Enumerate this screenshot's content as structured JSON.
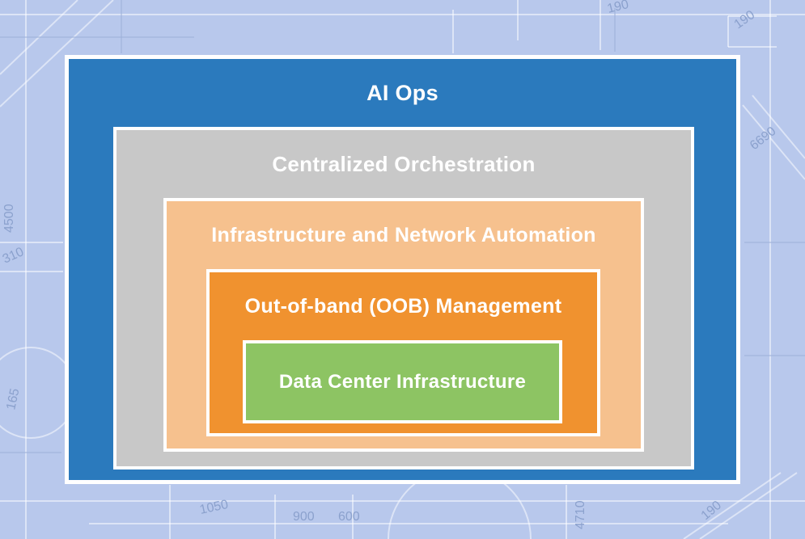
{
  "diagram": {
    "layers": [
      {
        "label": "AI Ops",
        "color": "#2b7abd"
      },
      {
        "label": "Centralized Orchestration",
        "color": "#c8c8c8"
      },
      {
        "label": "Infrastructure and Network Automation",
        "color": "#f6c18e"
      },
      {
        "label": "Out-of-band (OOB) Management",
        "color": "#f0922f"
      },
      {
        "label": "Data Center Infrastructure",
        "color": "#8dc463"
      }
    ],
    "border_color": "#ffffff",
    "label_color": "#ffffff"
  },
  "background": {
    "color": "#b8c8ec",
    "annotations": [
      "190",
      "190",
      "6690",
      "4500",
      "310",
      "165",
      "1050",
      "900",
      "600",
      "4710",
      "190"
    ]
  }
}
